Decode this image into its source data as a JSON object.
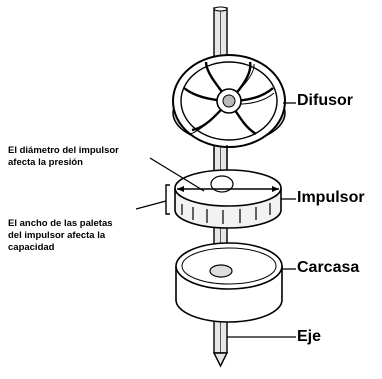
{
  "labels": {
    "diffuser": "Difusor",
    "impeller": "Impulsor",
    "casing": "Carcasa",
    "shaft": "Eje"
  },
  "notes": {
    "diameter": [
      "El diámetro del impulsor",
      "afecta la presión"
    ],
    "width": [
      "El ancho de las paletas",
      "del impulsor afecta la",
      "capacidad"
    ]
  },
  "colors": {
    "line": "#000000",
    "shade": "#d8d8d8",
    "background": "#ffffff"
  }
}
